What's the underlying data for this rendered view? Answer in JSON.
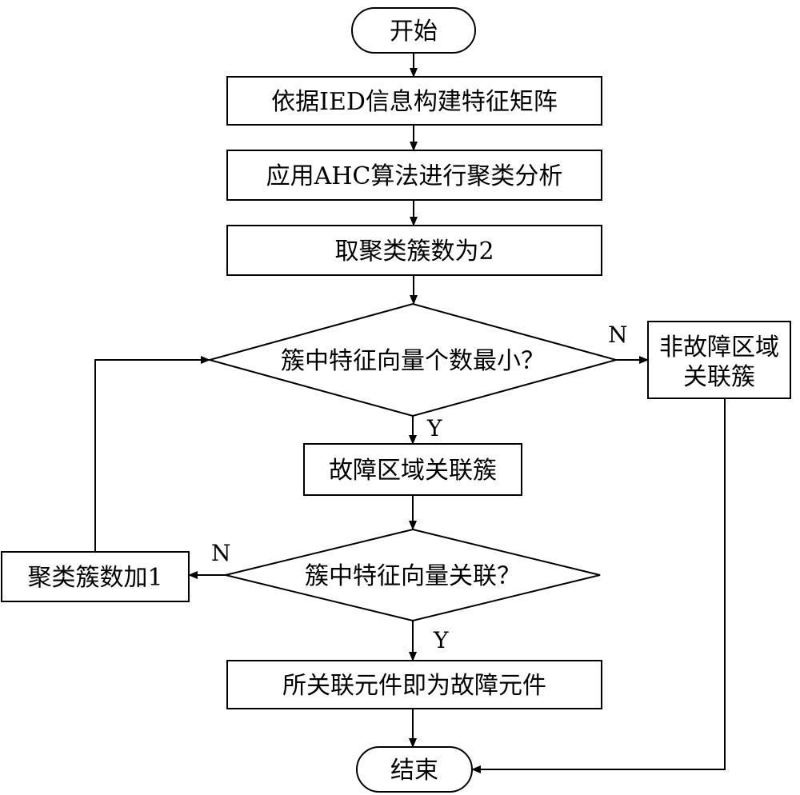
{
  "flowchart": {
    "start": "开始",
    "build_matrix": "依据IED信息构建特征矩阵",
    "apply_ahc": "应用AHC算法进行聚类分析",
    "set_clusters": "取聚类簇数为2",
    "decision_min": "簇中特征向量个数最小？",
    "non_fault_cluster_line1": "非故障区域",
    "non_fault_cluster_line2": "关联簇",
    "fault_cluster": "故障区域关联簇",
    "decision_correlated": "簇中特征向量关联？",
    "increment_clusters": "聚类簇数加1",
    "result": "所关联元件即为故障元件",
    "end": "结束",
    "label_n": "N",
    "label_y": "Y"
  }
}
